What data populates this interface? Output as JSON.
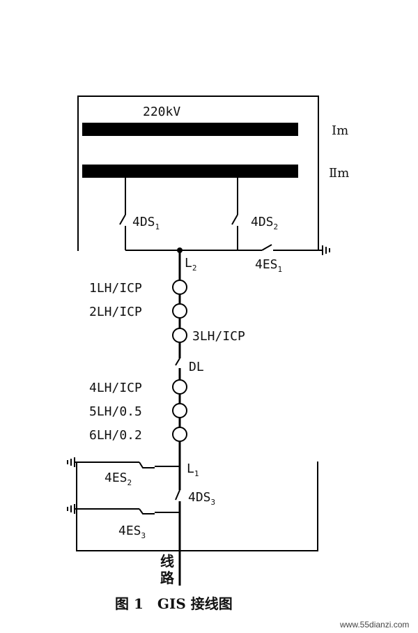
{
  "diagram": {
    "voltage": "220kV",
    "bus_1": "Ⅰm",
    "bus_2": "Ⅱm",
    "ds1": {
      "main": "4DS",
      "sub": "1"
    },
    "ds2": {
      "main": "4DS",
      "sub": "2"
    },
    "node_l2": {
      "main": "L",
      "sub": "2"
    },
    "es1": {
      "main": "4ES",
      "sub": "1"
    },
    "ct1": "1LH/ICP",
    "ct2": "2LH/ICP",
    "ct3": "3LH/ICP",
    "breaker": "DL",
    "ct4": "4LH/ICP",
    "ct5": "5LH/0.5",
    "ct6": "6LH/0.2",
    "node_l1": {
      "main": "L",
      "sub": "1"
    },
    "es2": {
      "main": "4ES",
      "sub": "2"
    },
    "ds3": {
      "main": "4DS",
      "sub": "3"
    },
    "es3": {
      "main": "4ES",
      "sub": "3"
    },
    "line_1": "线",
    "line_2": "路"
  },
  "caption": "图 1　GIS 接线图",
  "watermark": "www.55dianzi.com"
}
